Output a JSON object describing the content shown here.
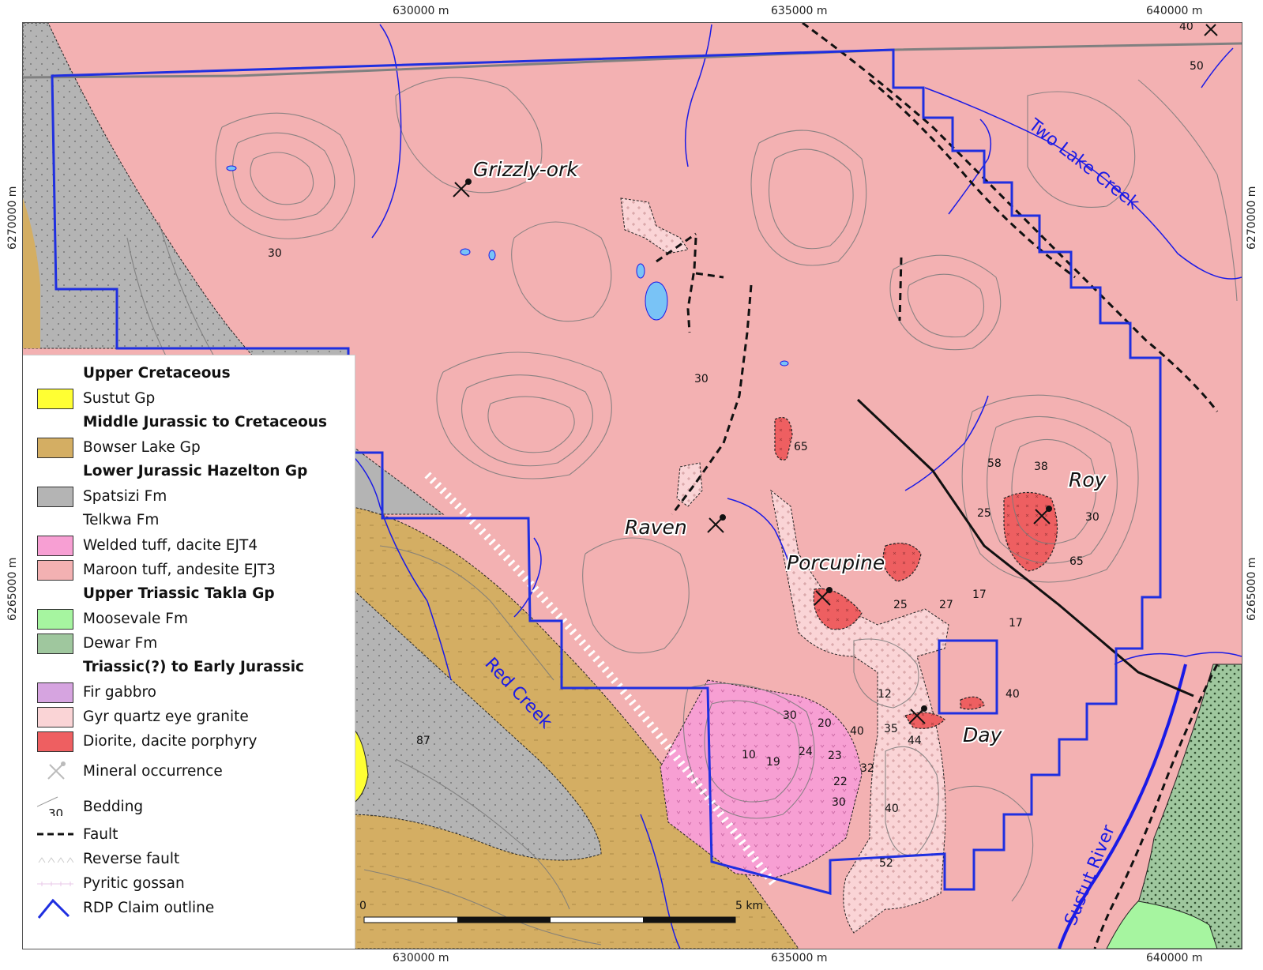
{
  "coordinates": {
    "top": [
      "630000 m",
      "635000 m",
      "640000 m"
    ],
    "bottom": [
      "630000 m",
      "635000 m",
      "640000 m"
    ],
    "left": [
      "6270000 m",
      "6265000 m"
    ],
    "right": [
      "6270000 m",
      "6265000 m"
    ]
  },
  "place_labels": [
    {
      "text": "Grizzly-ork"
    },
    {
      "text": "Raven"
    },
    {
      "text": "Porcupine"
    },
    {
      "text": "Roy"
    },
    {
      "text": "Day"
    }
  ],
  "stream_labels": [
    {
      "text": "Two Lake Creek"
    },
    {
      "text": "Red Creek"
    },
    {
      "text": "Sustut River"
    }
  ],
  "bedding_dips": [
    "30",
    "30",
    "65",
    "58",
    "38",
    "25",
    "30",
    "65",
    "17",
    "25",
    "27",
    "17",
    "40",
    "12",
    "35",
    "44",
    "30",
    "20",
    "40",
    "10",
    "19",
    "24",
    "23",
    "32",
    "22",
    "30",
    "40",
    "52",
    "87",
    "40",
    "50"
  ],
  "scale_bar": {
    "start": "0",
    "end": "5 km"
  },
  "legend": {
    "groups": [
      {
        "heading": "Upper Cretaceous",
        "items": [
          {
            "label": "Sustut Gp",
            "color": "#ffff33"
          }
        ]
      },
      {
        "heading": "Middle Jurassic to Cretaceous",
        "items": [
          {
            "label": "Bowser Lake Gp",
            "color": "#d4ae63"
          }
        ]
      },
      {
        "heading": "Lower Jurassic Hazelton Gp",
        "items": [
          {
            "label": "Spatsizi Fm",
            "color": "#b4b4b4"
          },
          {
            "label": "Telkwa Fm",
            "color": ""
          },
          {
            "label": "Welded tuff, dacite EJT4",
            "color": "#f79fd3"
          },
          {
            "label": "Maroon tuff, andesite EJT3",
            "color": "#f3b1b2"
          }
        ]
      },
      {
        "heading": "Upper Triassic Takla Gp",
        "items": [
          {
            "label": "Moosevale Fm",
            "color": "#a6f5a0"
          },
          {
            "label": "Dewar Fm",
            "color": "#9fc79e"
          }
        ]
      },
      {
        "heading": "Triassic(?) to Early Jurassic",
        "items": [
          {
            "label": "Fir gabbro",
            "color": "#d6a4e0"
          },
          {
            "label": "Gyr quartz eye granite",
            "color": "#fad4d6"
          },
          {
            "label": "Diorite, dacite porphyry",
            "color": "#ee5f61"
          }
        ]
      }
    ],
    "symbols": [
      {
        "label": "Mineral occurrence",
        "icon": "pick-hammer-icon"
      },
      {
        "label": "Bedding",
        "icon": "bedding-symbol",
        "value": "30"
      },
      {
        "label": "Fault",
        "icon": "fault-line"
      },
      {
        "label": "Reverse fault",
        "icon": "reverse-fault-line"
      },
      {
        "label": "Pyritic gossan",
        "icon": "gossan-line"
      },
      {
        "label": "RDP Claim outline",
        "icon": "claim-outline",
        "color": "#1f2fe0"
      }
    ]
  }
}
